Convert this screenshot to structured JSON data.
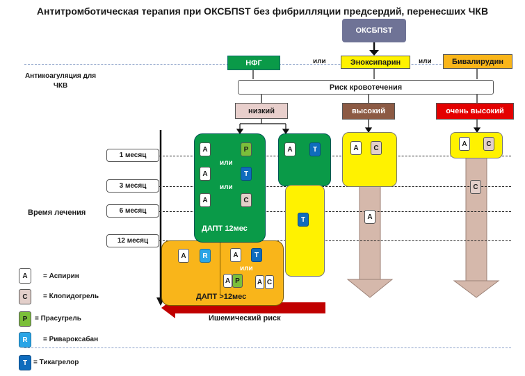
{
  "title": "Антитромботическая терапия при ОКСБПST без фибрилляции предсердий, перенесших ЧКВ",
  "top_box": "ОКСБПST",
  "anticoag": {
    "label": "Антикоагуляция для ЧКВ",
    "nfg": "НФГ",
    "or1": "или",
    "enox": "Эноксипарин",
    "or2": "или",
    "bival": "Бивалирудин"
  },
  "bleeding_risk": "Риск кровотечения",
  "risk_levels": {
    "low": "низкий",
    "high": "высокий",
    "very_high": "очень высокий"
  },
  "months": [
    "1 месяц",
    "3 месяц",
    "6 месяц",
    "12 месяц"
  ],
  "treatment_time": "Время лечения",
  "ischemic_risk": "Ишемический риск",
  "dapt12": "ДАПТ 12мес",
  "dapt_more": "ДАПТ >12мес",
  "or_word": "или",
  "letters": {
    "A": "A",
    "C": "C",
    "P": "P",
    "R": "R",
    "T": "T"
  },
  "legend": [
    {
      "letter": "A",
      "text": "= Аспирин"
    },
    {
      "letter": "C",
      "text": "= Клопидогрель"
    },
    {
      "letter": "P",
      "text": "= Прасугрель"
    },
    {
      "letter": "R",
      "text": "= Ривароксабан"
    },
    {
      "letter": "T",
      "text": "= Тикагрелор"
    }
  ],
  "colors": {
    "green": "#0a9a48",
    "yellow": "#fff200",
    "orange": "#f9b51a",
    "brown": "#8c5a44",
    "red": "#e40000",
    "pink": "#e8cfcc",
    "navy": "#6f7396",
    "dark_red": "#c00000",
    "tan_arrow": "#d5b8ab"
  }
}
